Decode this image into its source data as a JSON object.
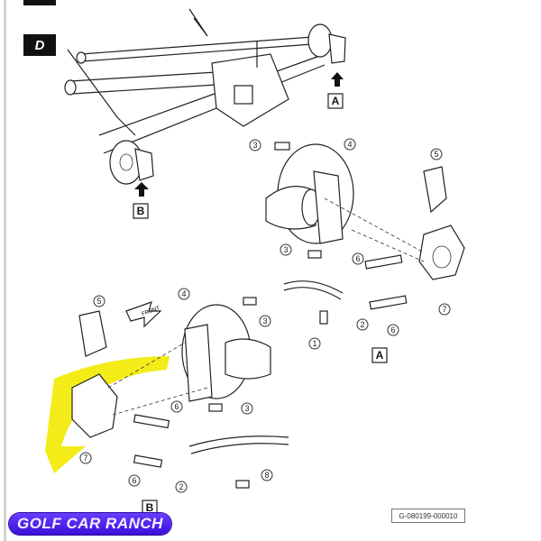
{
  "figure": {
    "tag_top": "",
    "tag": "D",
    "reference_code": "G-080199-000010",
    "front_label": "FRONT"
  },
  "views": {
    "a": "A",
    "b": "B"
  },
  "callouts": {
    "right": [
      "3",
      "4",
      "5",
      "3",
      "6",
      "1",
      "2",
      "6",
      "7"
    ],
    "left": [
      "4",
      "3",
      "5",
      "7",
      "6",
      "3",
      "6",
      "2",
      "8"
    ]
  },
  "logo": {
    "text": "GOLF CAR RANCH"
  },
  "colors": {
    "highlight": "#f2ea00",
    "logo_bg": "#4a1ee8"
  }
}
